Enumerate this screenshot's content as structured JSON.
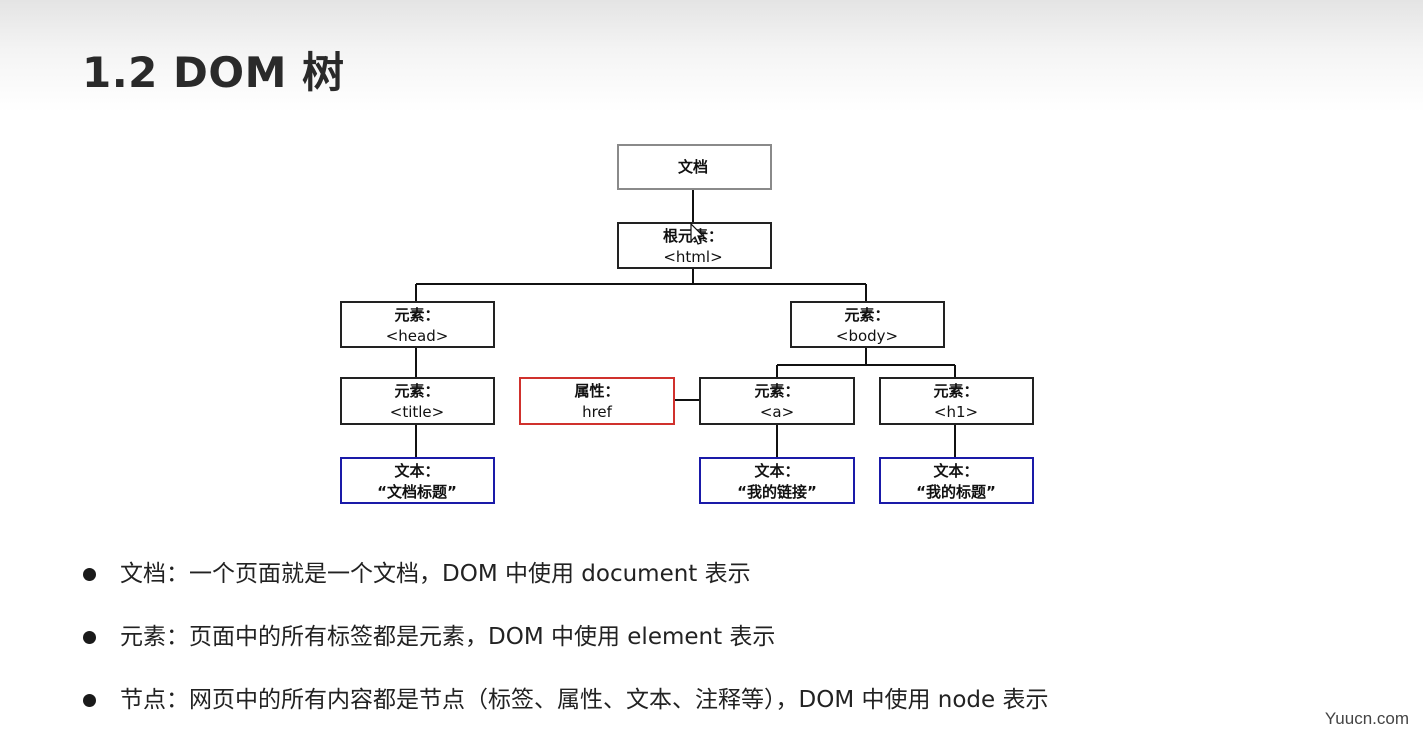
{
  "title": "1.2 DOM 树",
  "diagram": {
    "nodes": {
      "document": {
        "lines": [
          "文档"
        ],
        "border_color": "#8a8a8a"
      },
      "html": {
        "lines": [
          "根元素：",
          "<html>"
        ],
        "border_color": "#222222"
      },
      "head": {
        "lines": [
          "元素：",
          "<head>"
        ],
        "border_color": "#222222"
      },
      "body": {
        "lines": [
          "元素：",
          "<body>"
        ],
        "border_color": "#222222"
      },
      "title_el": {
        "lines": [
          "元素：",
          "<title>"
        ],
        "border_color": "#222222"
      },
      "attr_href": {
        "lines": [
          "属性：",
          "href"
        ],
        "border_color": "#d0312d"
      },
      "a": {
        "lines": [
          "元素：",
          "<a>"
        ],
        "border_color": "#222222"
      },
      "h1": {
        "lines": [
          "元素：",
          "<h1>"
        ],
        "border_color": "#222222"
      },
      "text_title": {
        "lines": [
          "文本：",
          "“文档标题”"
        ],
        "border_color": "#1a1aa8"
      },
      "text_link": {
        "lines": [
          "文本：",
          "“我的链接”"
        ],
        "border_color": "#1a1aa8"
      },
      "text_heading": {
        "lines": [
          "文本：",
          "“我的标题”"
        ],
        "border_color": "#1a1aa8"
      }
    }
  },
  "bullets": [
    "文档：一个页面就是一个文档，DOM 中使用 document 表示",
    "元素：页面中的所有标签都是元素，DOM 中使用 element 表示",
    "节点：网页中的所有内容都是节点（标签、属性、文本、注释等），DOM 中使用 node 表示"
  ],
  "watermark": "Yuucn.com"
}
